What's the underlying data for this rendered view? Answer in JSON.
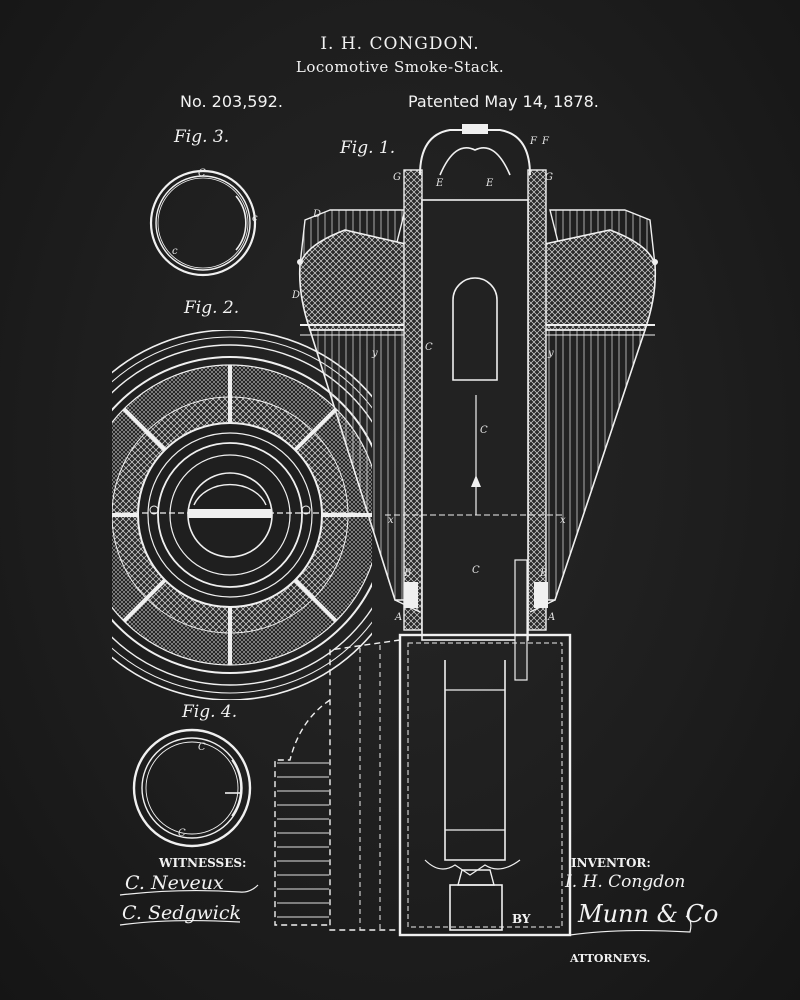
{
  "header": {
    "inventor_name": "I. H. CONGDON.",
    "title": "Locomotive Smoke-Stack.",
    "patent_number": "No. 203,592.",
    "patent_date": "Patented May 14, 1878."
  },
  "figures": {
    "fig1": "Fig. 1.",
    "fig2": "Fig. 2.",
    "fig3": "Fig. 3.",
    "fig4": "Fig. 4."
  },
  "footer": {
    "witnesses_label": "WITNESSES:",
    "witness_1": "C. Neveux",
    "witness_2": "C. Sedgwick",
    "inventor_label": "INVENTOR:",
    "inventor_signature": "I. H. Congdon",
    "by_label": "BY",
    "attorney_signature": "Munn & Co",
    "attorneys_label": "ATTORNEYS."
  },
  "reference_letters": [
    "D",
    "E",
    "E",
    "F",
    "F",
    "G",
    "G",
    "C",
    "D",
    "C",
    "C",
    "c",
    "c",
    "y",
    "y",
    "B",
    "B",
    "A",
    "A",
    "x",
    "x",
    "C",
    "C",
    "C"
  ],
  "colors": {
    "background": "#1e1e1e",
    "ink": "#f2f2f2"
  }
}
